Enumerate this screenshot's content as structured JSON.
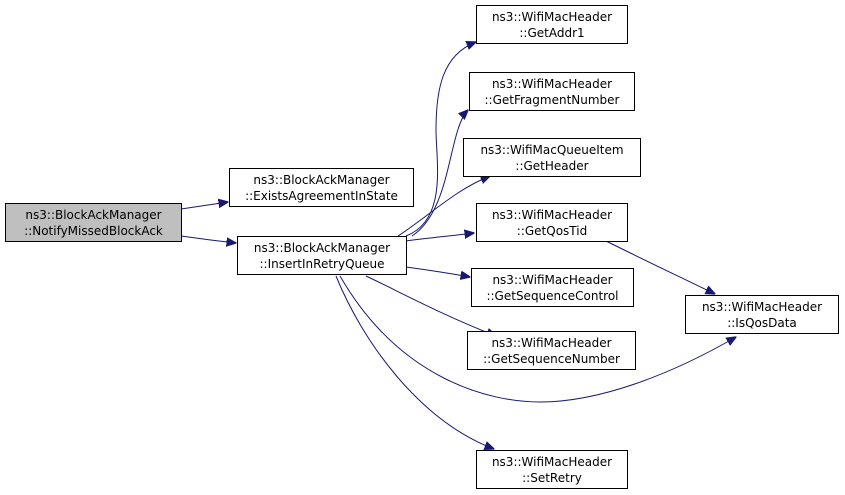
{
  "colors": {
    "edge": "#191970",
    "root_fill": "#bfbfbf",
    "node_fill": "#ffffff",
    "border": "#000000"
  },
  "nodes": {
    "notify_missed": {
      "line1": "ns3::BlockAckManager",
      "line2": "::NotifyMissedBlockAck"
    },
    "exists_agreement": {
      "line1": "ns3::BlockAckManager",
      "line2": "::ExistsAgreementInState"
    },
    "insert_retry": {
      "line1": "ns3::BlockAckManager",
      "line2": "::InsertInRetryQueue"
    },
    "get_addr1": {
      "line1": "ns3::WifiMacHeader",
      "line2": "::GetAddr1"
    },
    "get_fragment_number": {
      "line1": "ns3::WifiMacHeader",
      "line2": "::GetFragmentNumber"
    },
    "get_header": {
      "line1": "ns3::WifiMacQueueItem",
      "line2": "::GetHeader"
    },
    "get_qos_tid": {
      "line1": "ns3::WifiMacHeader",
      "line2": "::GetQosTid"
    },
    "get_sequence_control": {
      "line1": "ns3::WifiMacHeader",
      "line2": "::GetSequenceControl"
    },
    "get_sequence_number": {
      "line1": "ns3::WifiMacHeader",
      "line2": "::GetSequenceNumber"
    },
    "set_retry": {
      "line1": "ns3::WifiMacHeader",
      "line2": "::SetRetry"
    },
    "is_qos_data": {
      "line1": "ns3::WifiMacHeader",
      "line2": "::IsQosData"
    }
  },
  "edges": [
    {
      "from": "notify_missed",
      "to": "exists_agreement"
    },
    {
      "from": "notify_missed",
      "to": "insert_retry"
    },
    {
      "from": "insert_retry",
      "to": "get_addr1"
    },
    {
      "from": "insert_retry",
      "to": "get_fragment_number"
    },
    {
      "from": "insert_retry",
      "to": "get_header"
    },
    {
      "from": "insert_retry",
      "to": "get_qos_tid"
    },
    {
      "from": "insert_retry",
      "to": "get_sequence_control"
    },
    {
      "from": "insert_retry",
      "to": "get_sequence_number"
    },
    {
      "from": "insert_retry",
      "to": "set_retry"
    },
    {
      "from": "insert_retry",
      "to": "is_qos_data"
    },
    {
      "from": "get_qos_tid",
      "to": "is_qos_data"
    }
  ]
}
